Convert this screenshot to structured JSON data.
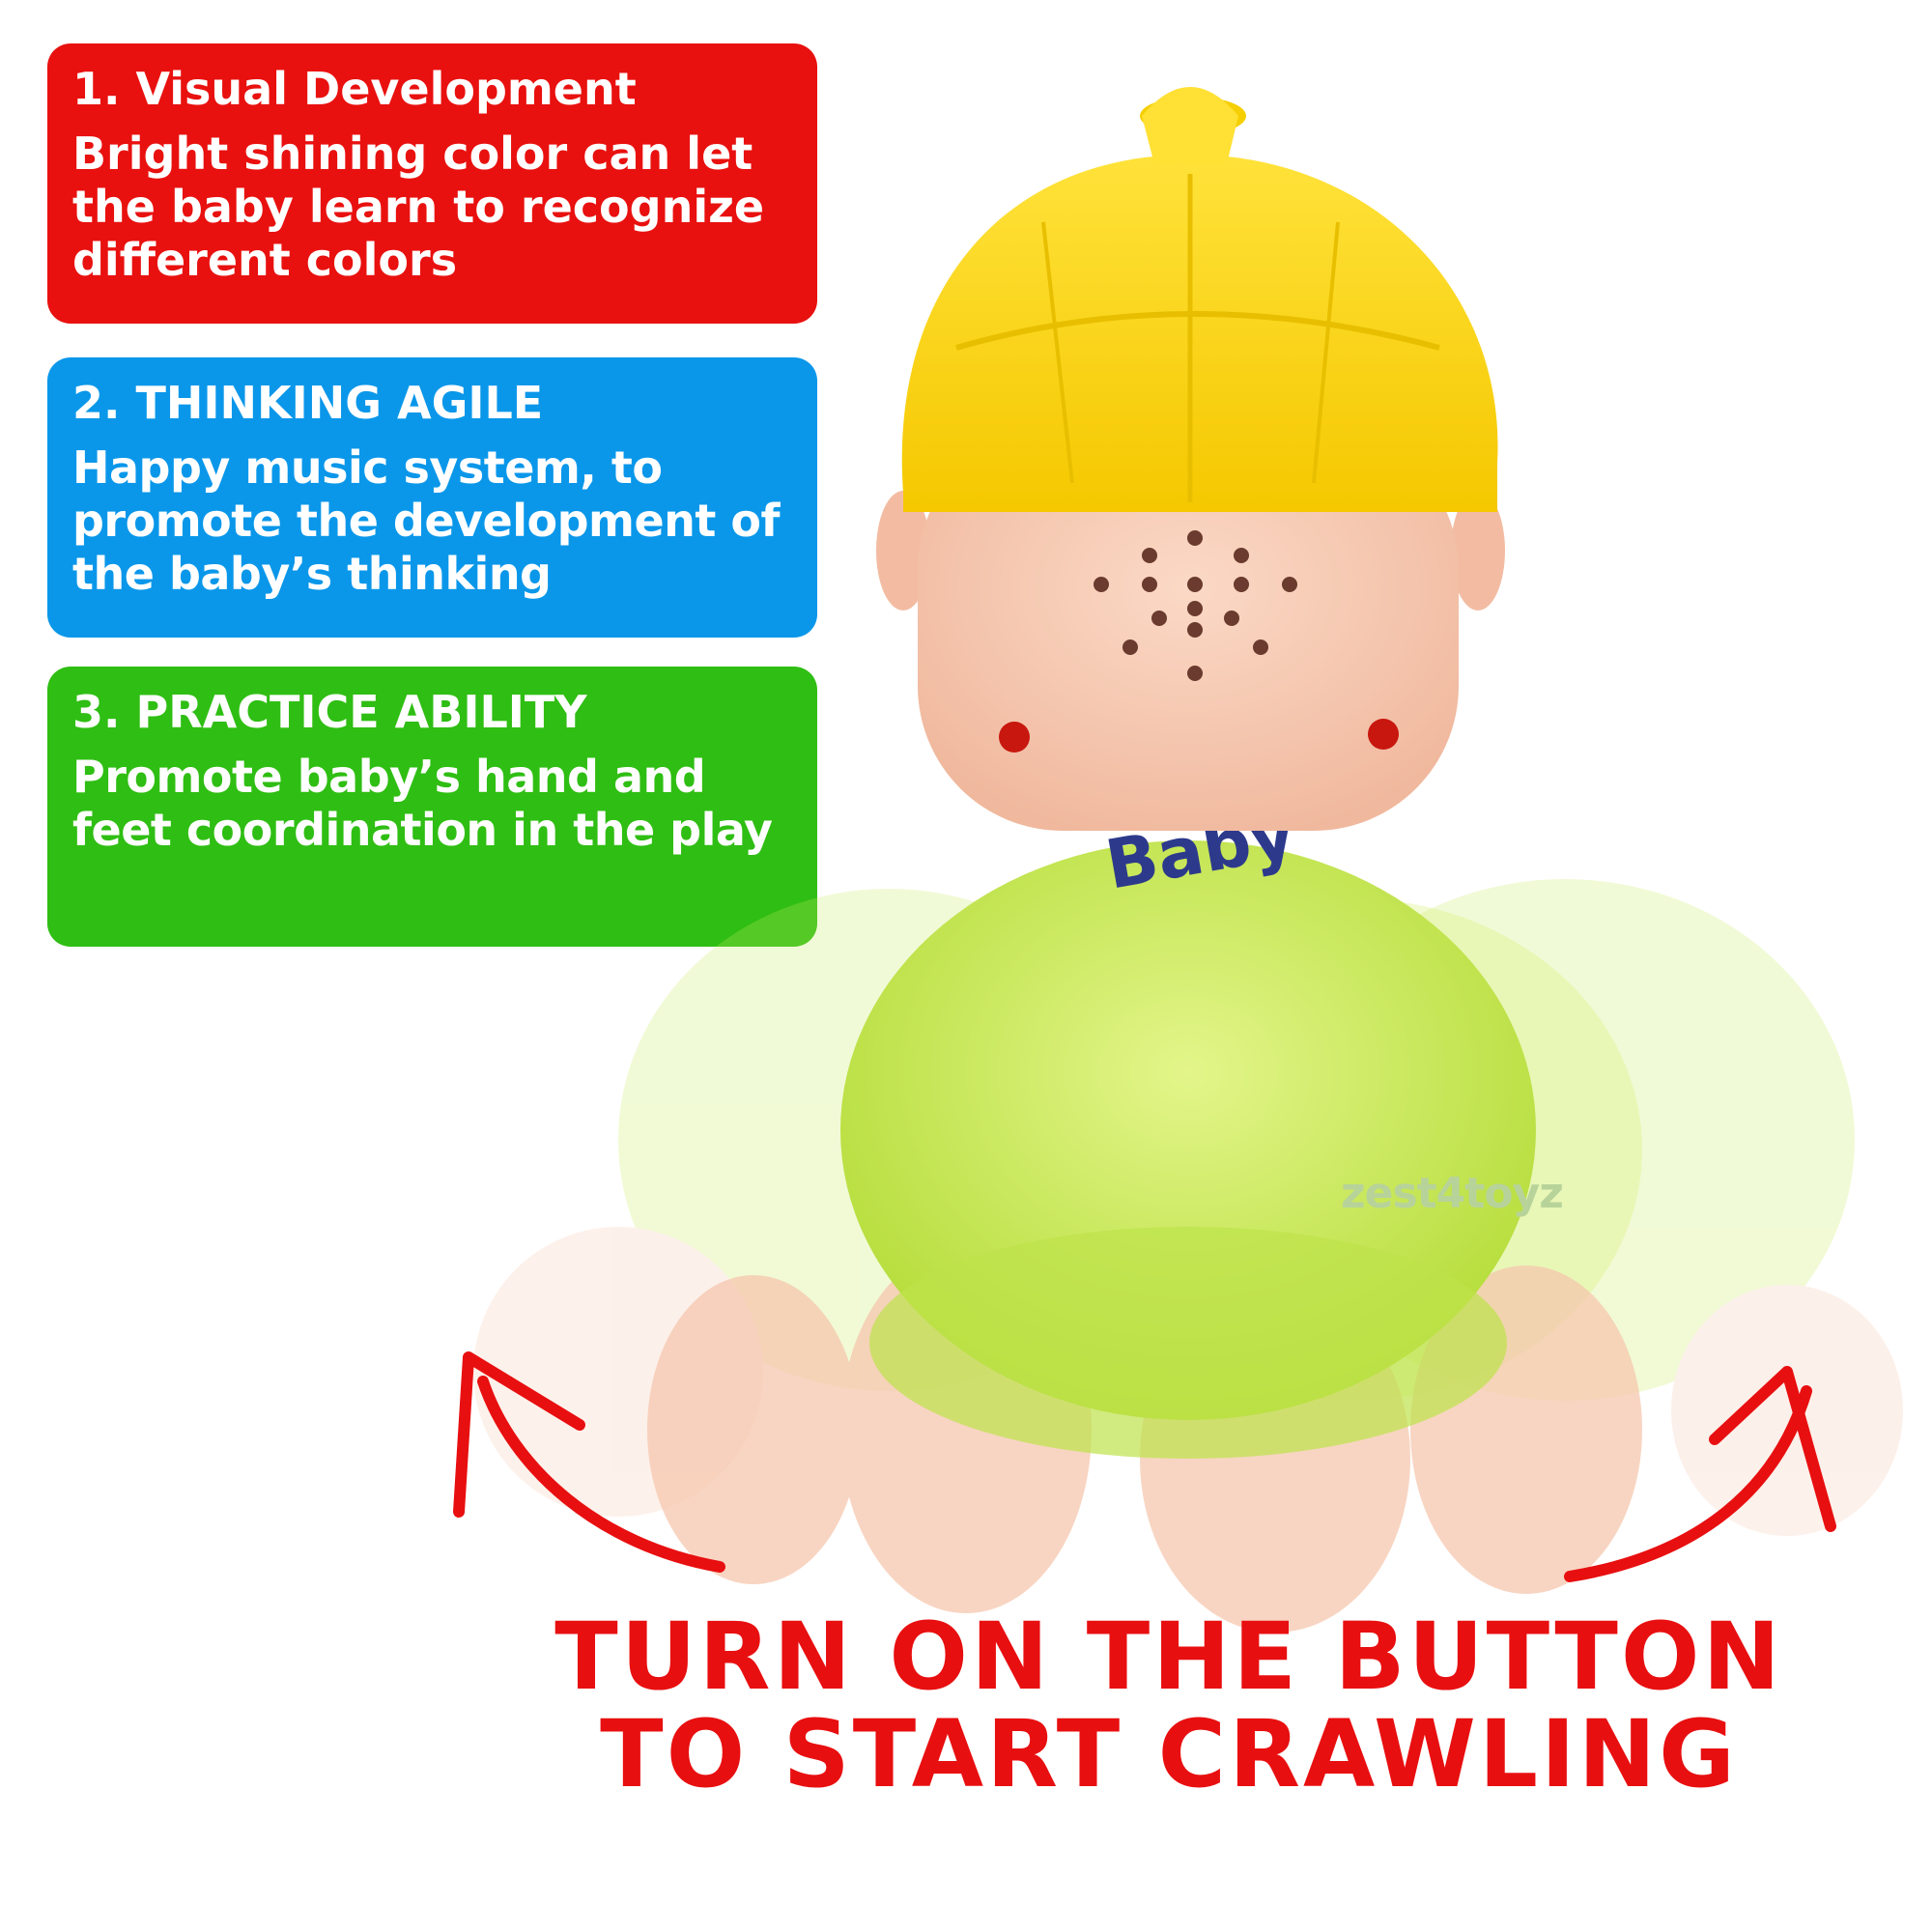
{
  "cards": [
    {
      "title": "1. Visual Development",
      "body": "Bright shining color can let the baby learn to recognize different colors",
      "color": "#e8110f"
    },
    {
      "title": "2. THINKING AGILE",
      "body": "Happy music system, to promote the development of the baby’s thinking",
      "color": "#0a97ea"
    },
    {
      "title": "3. PRACTICE ABILITY",
      "body": "Promote baby’s hand and feet coordination in the play",
      "color": "#2fbe13"
    }
  ],
  "callout": {
    "line1": "TURN ON THE BUTTON",
    "line2": "TO START CRAWLING",
    "color": "#e80f10"
  },
  "watermark": "zest4toyz",
  "toy": {
    "hat_color": "#f8d10f",
    "skin_color": "#f6c7ae",
    "body_color": "#c9ec5a",
    "arrow_color": "#e80f10",
    "label": "Baby"
  }
}
